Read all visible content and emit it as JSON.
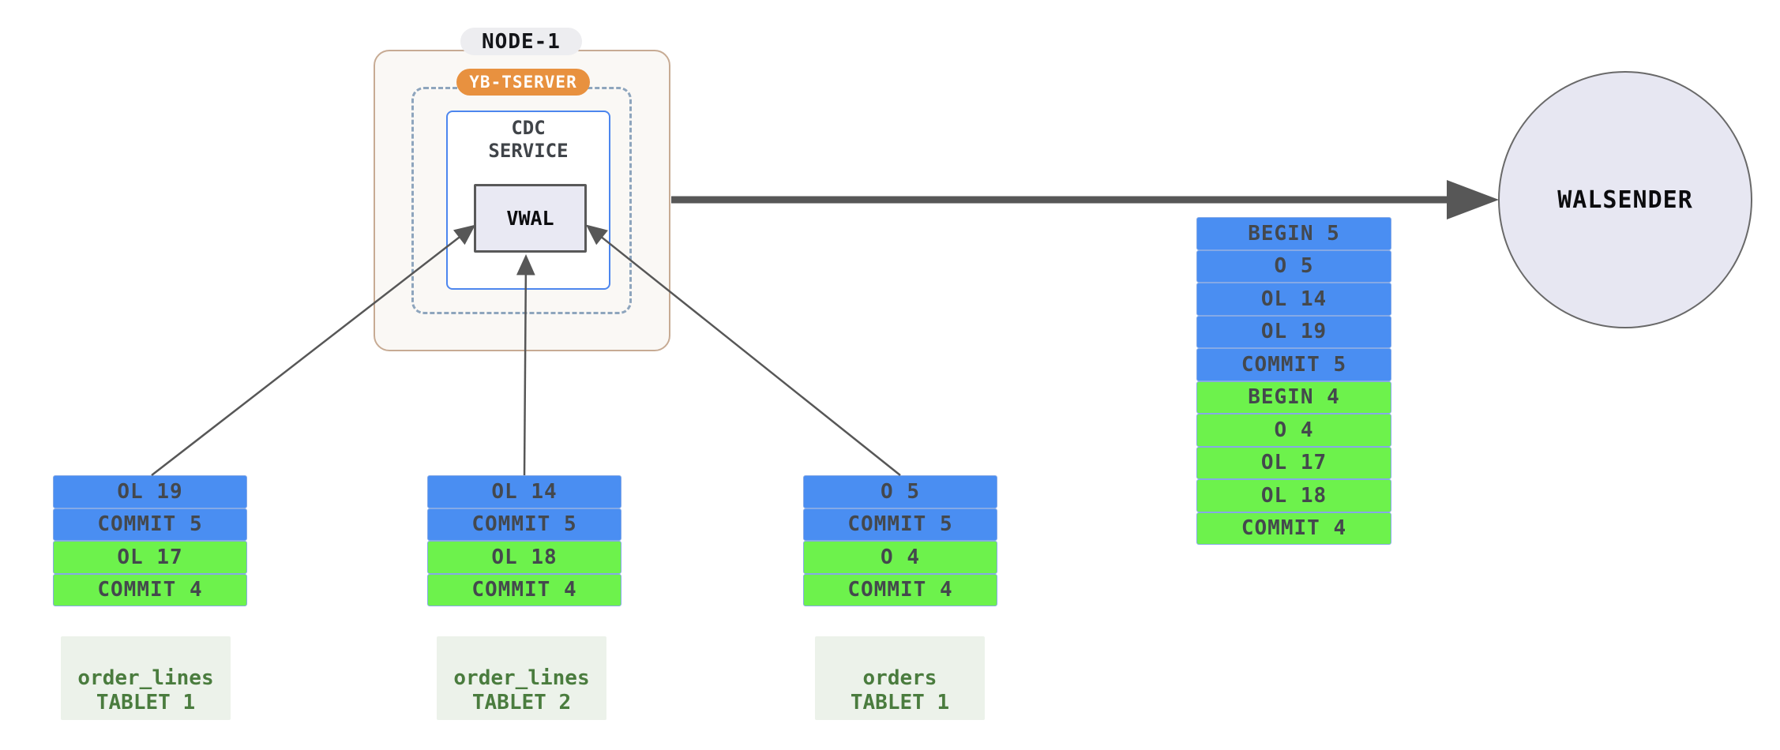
{
  "node": {
    "title": "NODE-1",
    "tserver_label": "YB-TSERVER",
    "cdc_service": {
      "line1": "CDC",
      "line2": "SERVICE"
    },
    "vwal_label": "VWAL"
  },
  "walsender": {
    "label": "WALSENDER"
  },
  "stream": {
    "rows": [
      {
        "label": "BEGIN 5",
        "color": "blue"
      },
      {
        "label": "O 5",
        "color": "blue"
      },
      {
        "label": "OL 14",
        "color": "blue"
      },
      {
        "label": "OL 19",
        "color": "blue"
      },
      {
        "label": "COMMIT 5",
        "color": "blue"
      },
      {
        "label": "BEGIN 4",
        "color": "green"
      },
      {
        "label": "O 4",
        "color": "green"
      },
      {
        "label": "OL 17",
        "color": "green"
      },
      {
        "label": "OL 18",
        "color": "green"
      },
      {
        "label": "COMMIT 4",
        "color": "green"
      }
    ]
  },
  "tablets": [
    {
      "name": {
        "line1": "order_lines",
        "line2": "TABLET 1"
      },
      "rows": [
        {
          "label": "OL 19",
          "color": "blue"
        },
        {
          "label": "COMMIT 5",
          "color": "blue"
        },
        {
          "label": "OL 17",
          "color": "green"
        },
        {
          "label": "COMMIT 4",
          "color": "green"
        }
      ]
    },
    {
      "name": {
        "line1": "order_lines",
        "line2": "TABLET 2"
      },
      "rows": [
        {
          "label": "OL 14",
          "color": "blue"
        },
        {
          "label": "COMMIT 5",
          "color": "blue"
        },
        {
          "label": "OL 18",
          "color": "green"
        },
        {
          "label": "COMMIT 4",
          "color": "green"
        }
      ]
    },
    {
      "name": {
        "line1": "orders",
        "line2": "TABLET 1"
      },
      "rows": [
        {
          "label": "O 5",
          "color": "blue"
        },
        {
          "label": "COMMIT 5",
          "color": "blue"
        },
        {
          "label": "O 4",
          "color": "green"
        },
        {
          "label": "COMMIT 4",
          "color": "green"
        }
      ]
    }
  ],
  "colors": {
    "record_blue": "#4a8ef2",
    "record_green": "#6df24c",
    "tserver_orange": "#e8913f",
    "arrow_gray": "#575757",
    "node_border": "#c7ab94",
    "dashed_border": "#8ea5bd",
    "cdc_border": "#4d86ee",
    "tablet_text_green": "#4a7c3e"
  }
}
